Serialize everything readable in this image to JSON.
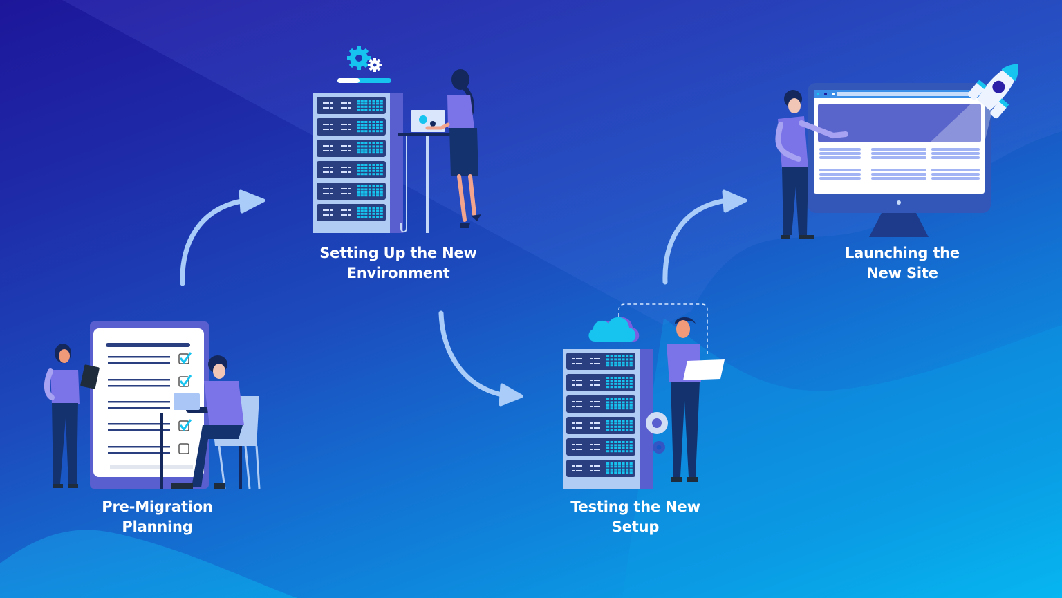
{
  "diagram": {
    "type": "process-flow",
    "title": "",
    "colors": {
      "background_start": "#1d169a",
      "background_end": "#04c4f6",
      "arrow": "#a9cdf8",
      "label_text": "#ffffff",
      "server_rack": "#b0ccf5",
      "server_unit": "#2a3f7f",
      "accent_cyan": "#17c4f0",
      "figure_purple": "#7b74e8",
      "figure_navy": "#14336e"
    },
    "steps": [
      {
        "id": "step-1",
        "line1": "Pre-Migration",
        "line2": "Planning",
        "illustration": "checklist-planning"
      },
      {
        "id": "step-2",
        "line1": "Setting Up the New",
        "line2": "Environment",
        "illustration": "server-setup"
      },
      {
        "id": "step-3",
        "line1": "Testing the New",
        "line2": "Setup",
        "illustration": "server-testing"
      },
      {
        "id": "step-4",
        "line1": "Launching the",
        "line2": "New Site",
        "illustration": "monitor-rocket-launch"
      }
    ],
    "connections": [
      {
        "from": "step-1",
        "to": "step-2",
        "shape": "curved-arrow-up-right"
      },
      {
        "from": "step-2",
        "to": "step-3",
        "shape": "curved-arrow-down-right"
      },
      {
        "from": "step-3",
        "to": "step-4",
        "shape": "curved-arrow-up-right"
      }
    ]
  }
}
